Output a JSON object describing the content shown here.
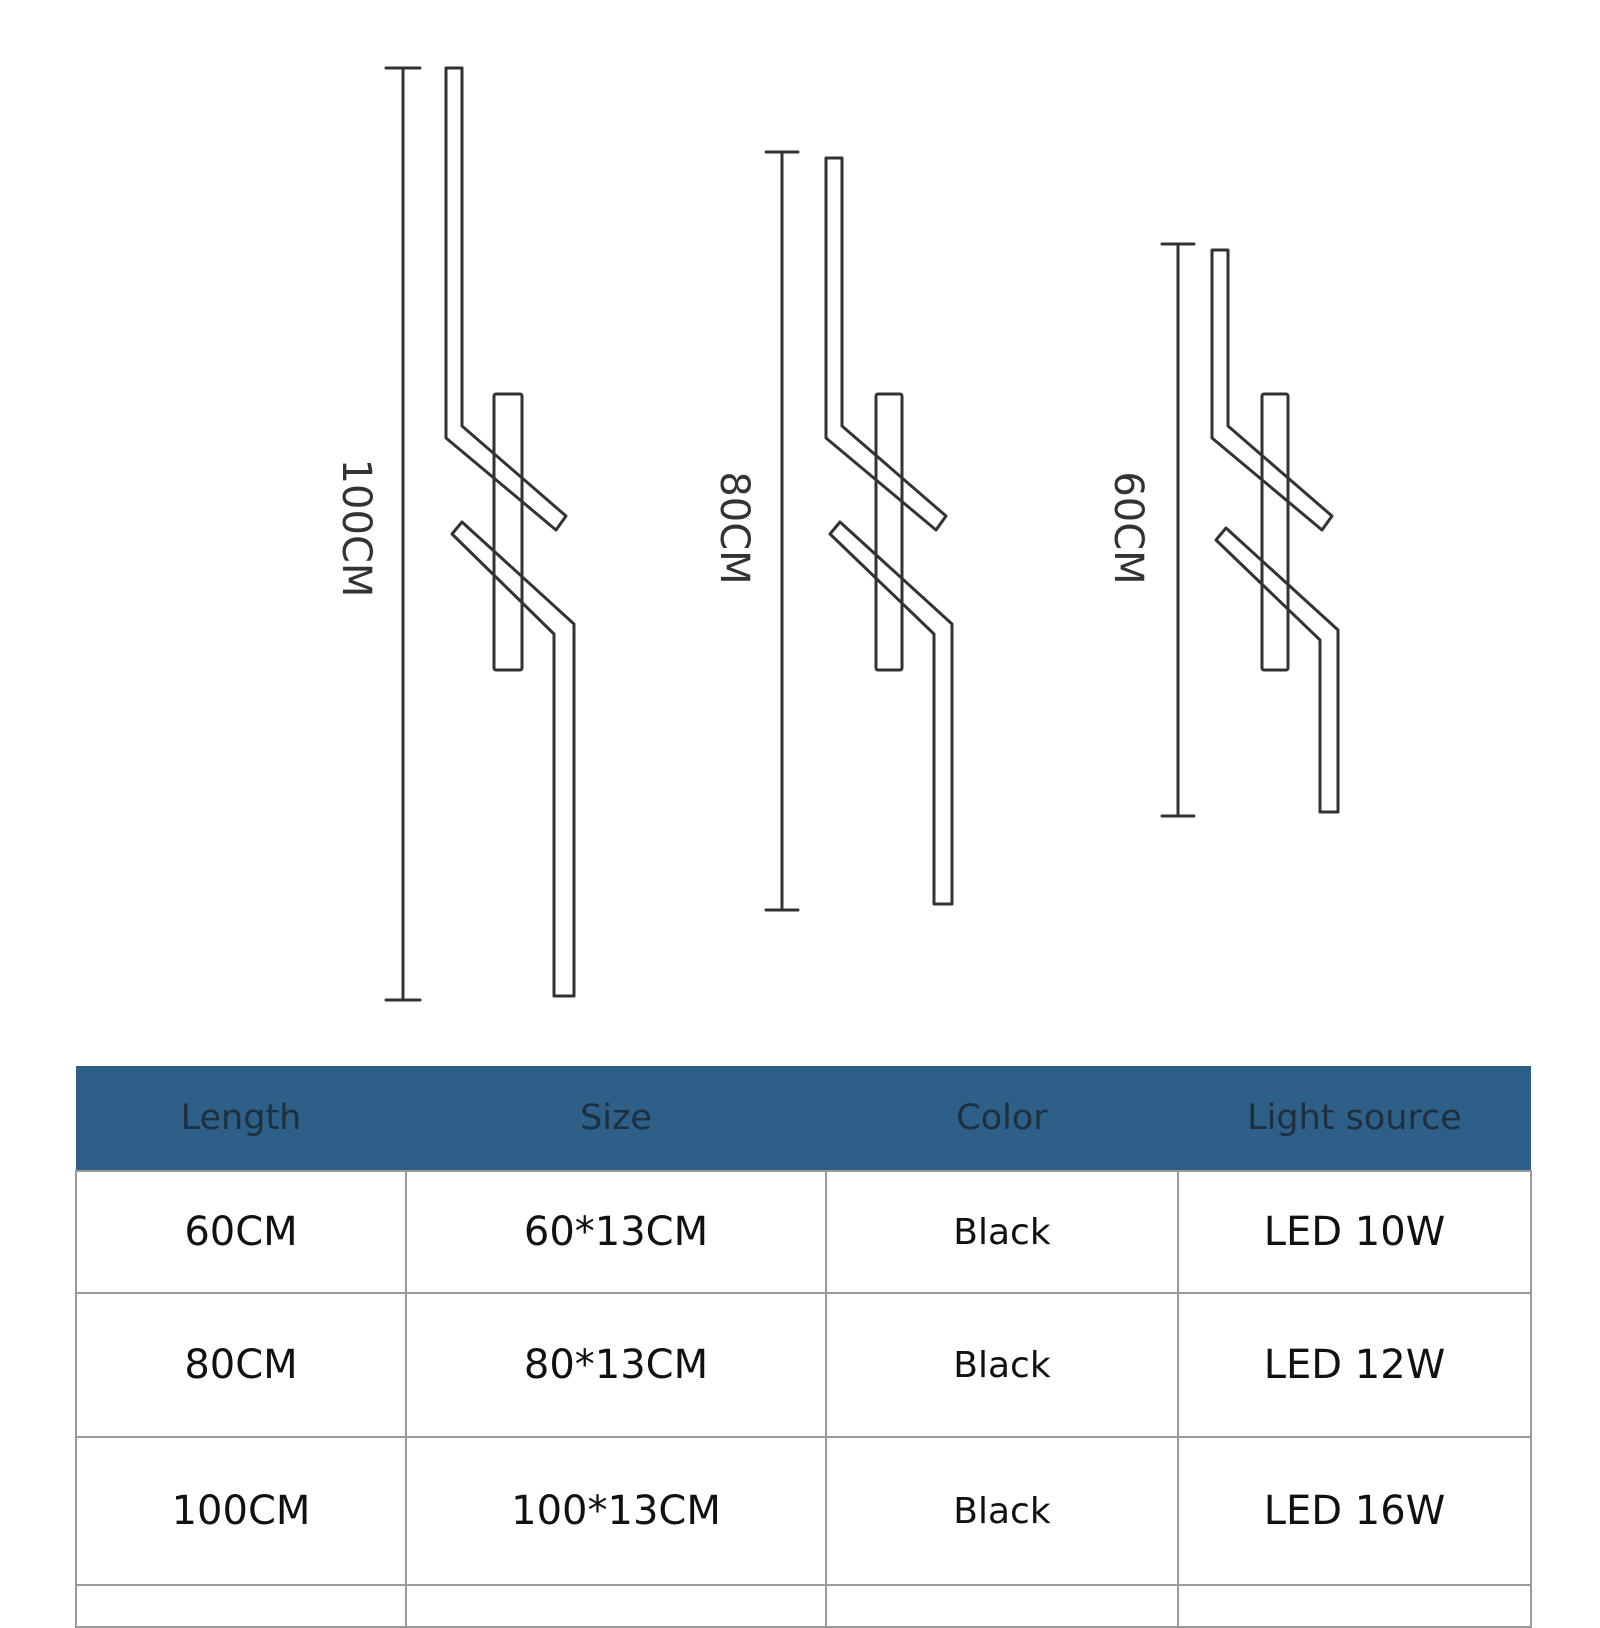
{
  "diagram": {
    "stroke_color": "#333333",
    "lamps": [
      {
        "label": "100CM"
      },
      {
        "label": "80CM"
      },
      {
        "label": "60CM"
      }
    ]
  },
  "table": {
    "header_bg": "#2d5f88",
    "headers": [
      "Length",
      "Size",
      "Color",
      "Light source"
    ],
    "rows": [
      [
        "60CM",
        "60*13CM",
        "Black",
        "LED 10W"
      ],
      [
        "80CM",
        "80*13CM",
        "Black",
        "LED 12W"
      ],
      [
        "100CM",
        "100*13CM",
        "Black",
        "LED 16W"
      ]
    ]
  }
}
